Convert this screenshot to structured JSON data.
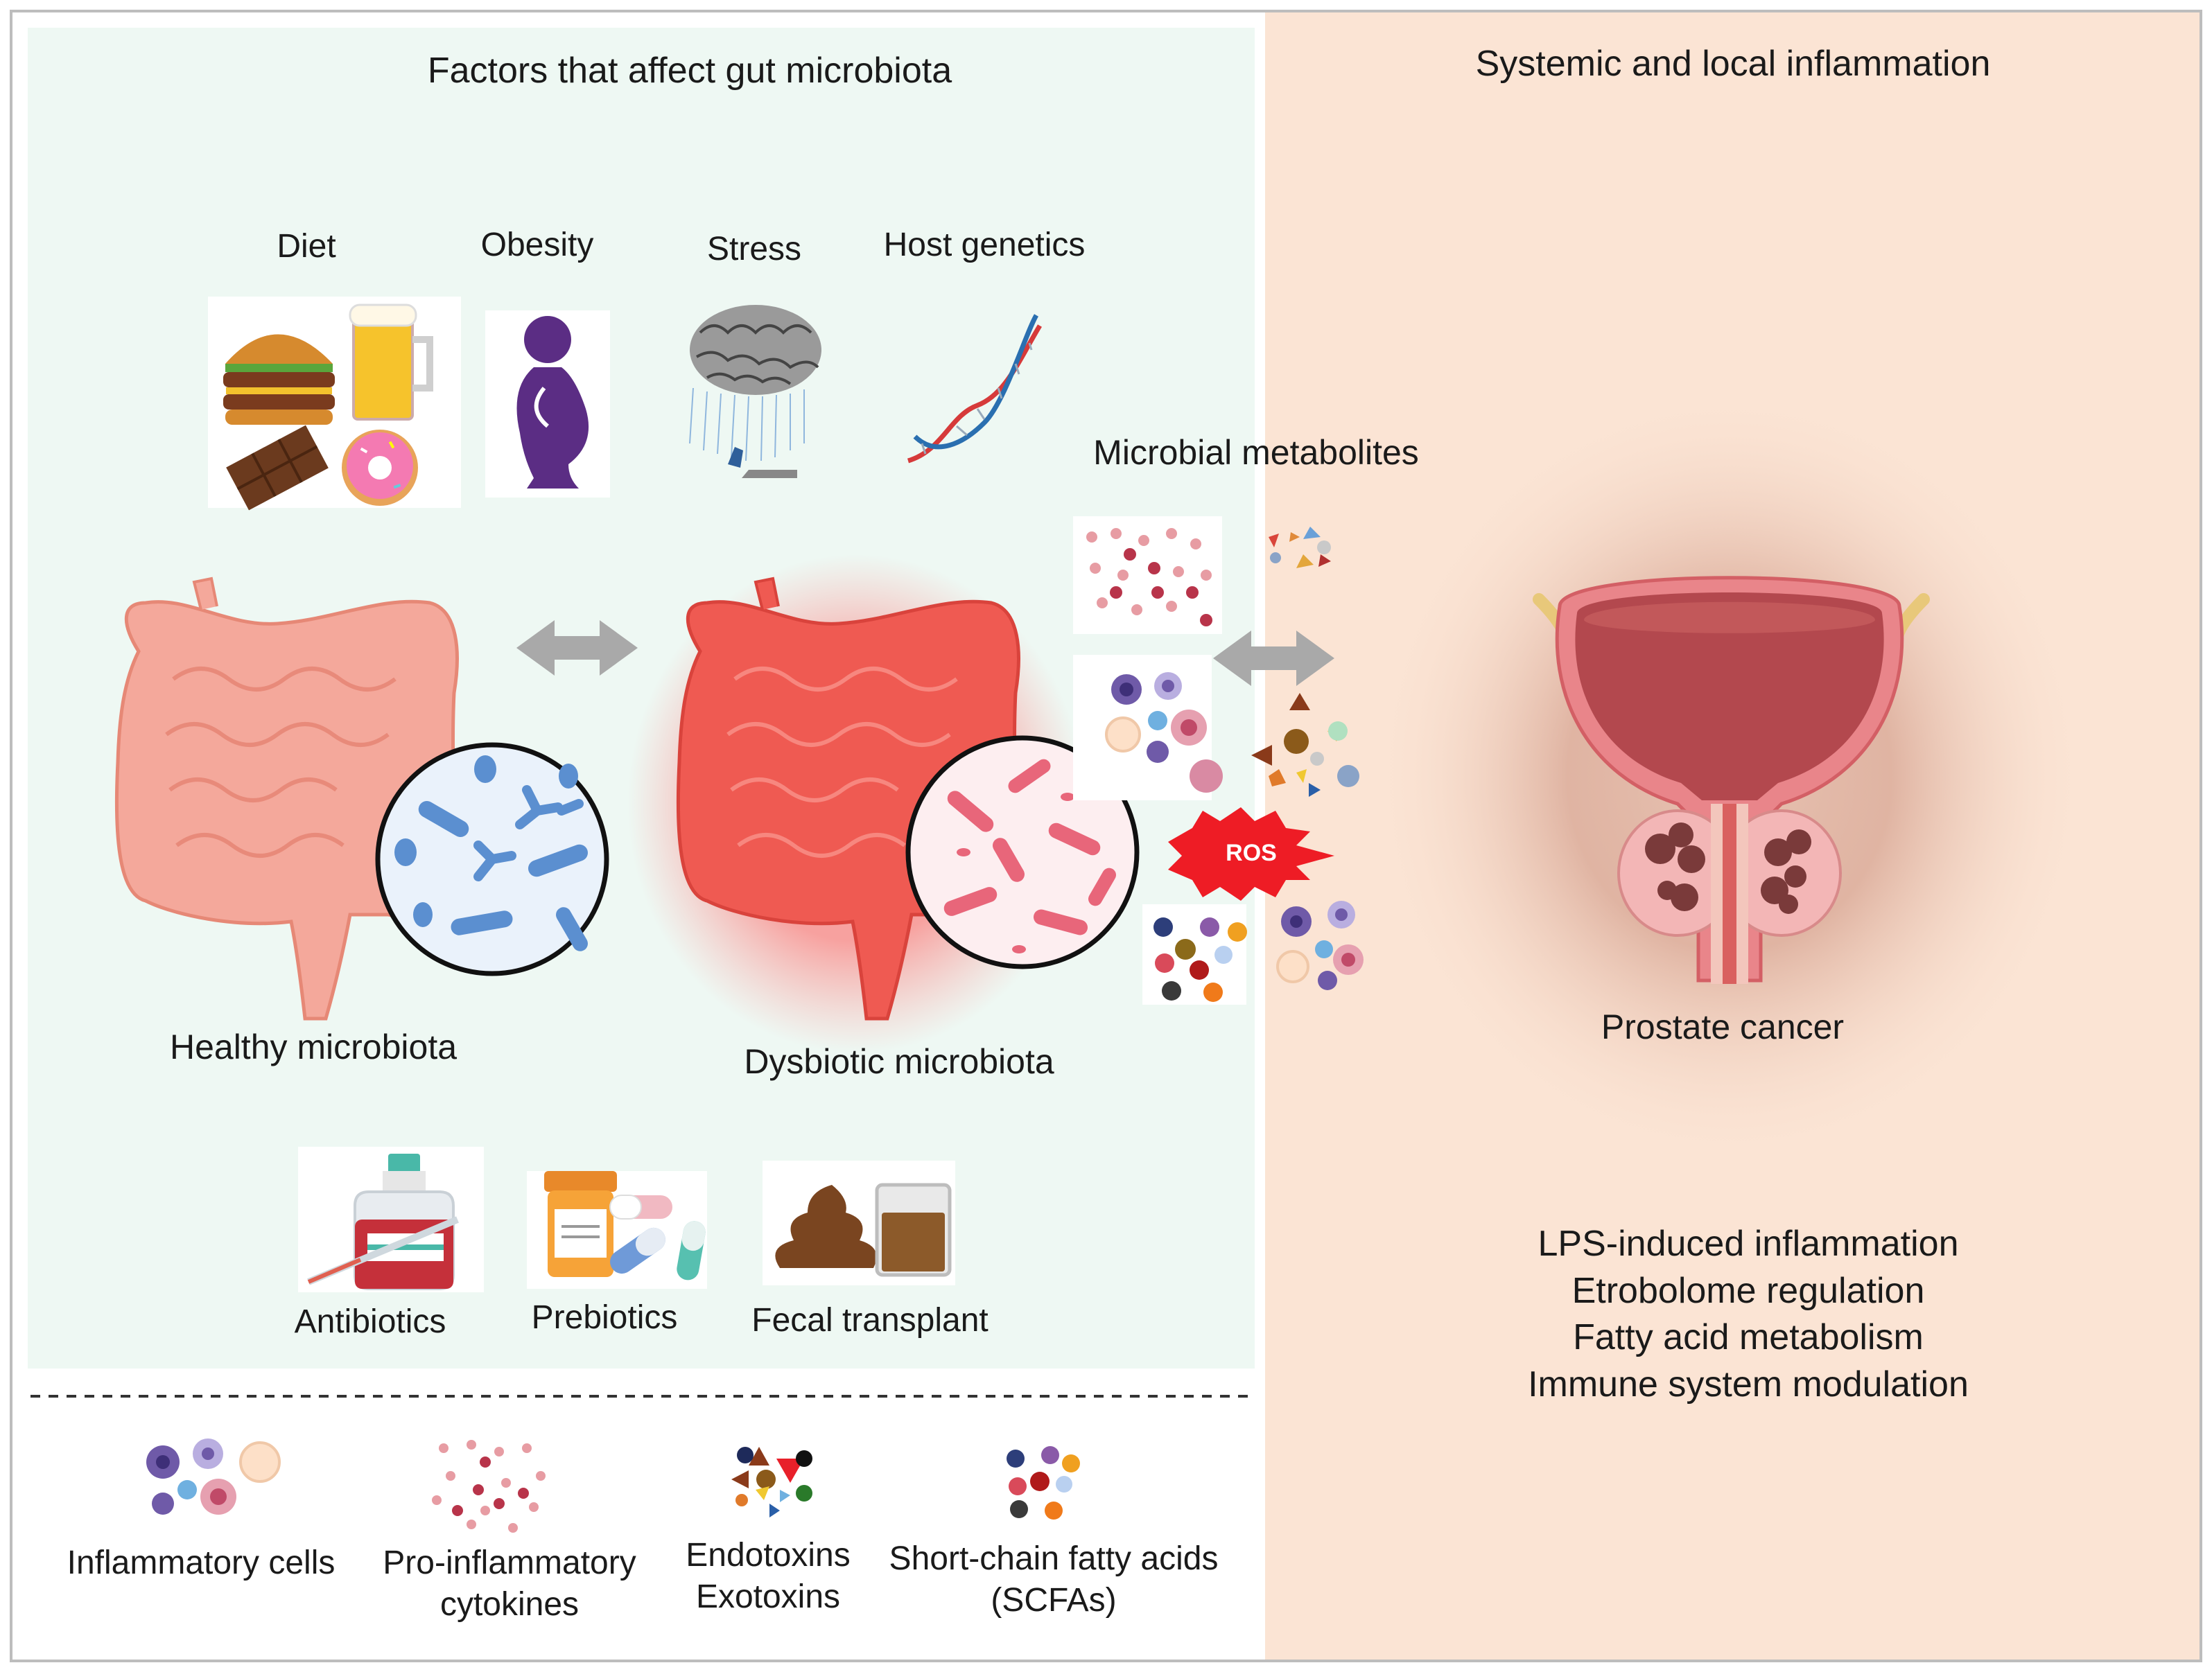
{
  "left_panel": {
    "title": "Factors that  affect gut microbiota",
    "factors": [
      "Diet",
      "Obesity",
      "Stress",
      "Host genetics"
    ],
    "healthy_label": "Healthy microbiota",
    "dysbiotic_label": "Dysbiotic microbiota",
    "interventions": [
      "Antibiotics",
      "Prebiotics",
      "Fecal transplant"
    ]
  },
  "metabolites": {
    "title": "Microbial metabolites",
    "ros_label": "ROS"
  },
  "right_panel": {
    "title": "Systemic and local inflammation",
    "organ_label": "Prostate cancer",
    "outcomes": [
      "LPS-induced inflammation",
      "Etrobolome regulation",
      "Fatty acid metabolism",
      "Immune system modulation"
    ]
  },
  "legend": {
    "items": [
      {
        "line1": "Inflammatory cells",
        "line2": ""
      },
      {
        "line1": "Pro-inflammatory",
        "line2": "cytokines"
      },
      {
        "line1": "Endotoxins",
        "line2": "Exotoxins"
      },
      {
        "line1": "Short-chain fatty acids",
        "line2": "(SCFAs)"
      }
    ]
  },
  "colors": {
    "left_background": "#eef8f3",
    "right_background": "#fbe4d4",
    "healthy_gut": "#f4a89b",
    "dysbiotic_gut": "#ef5a52",
    "healthy_bacteria": "#5b8fd0",
    "dysbiotic_bacteria": "#e8667a",
    "ros_burst": "#ee1c25",
    "prostate_tissue": "#c2585a"
  }
}
